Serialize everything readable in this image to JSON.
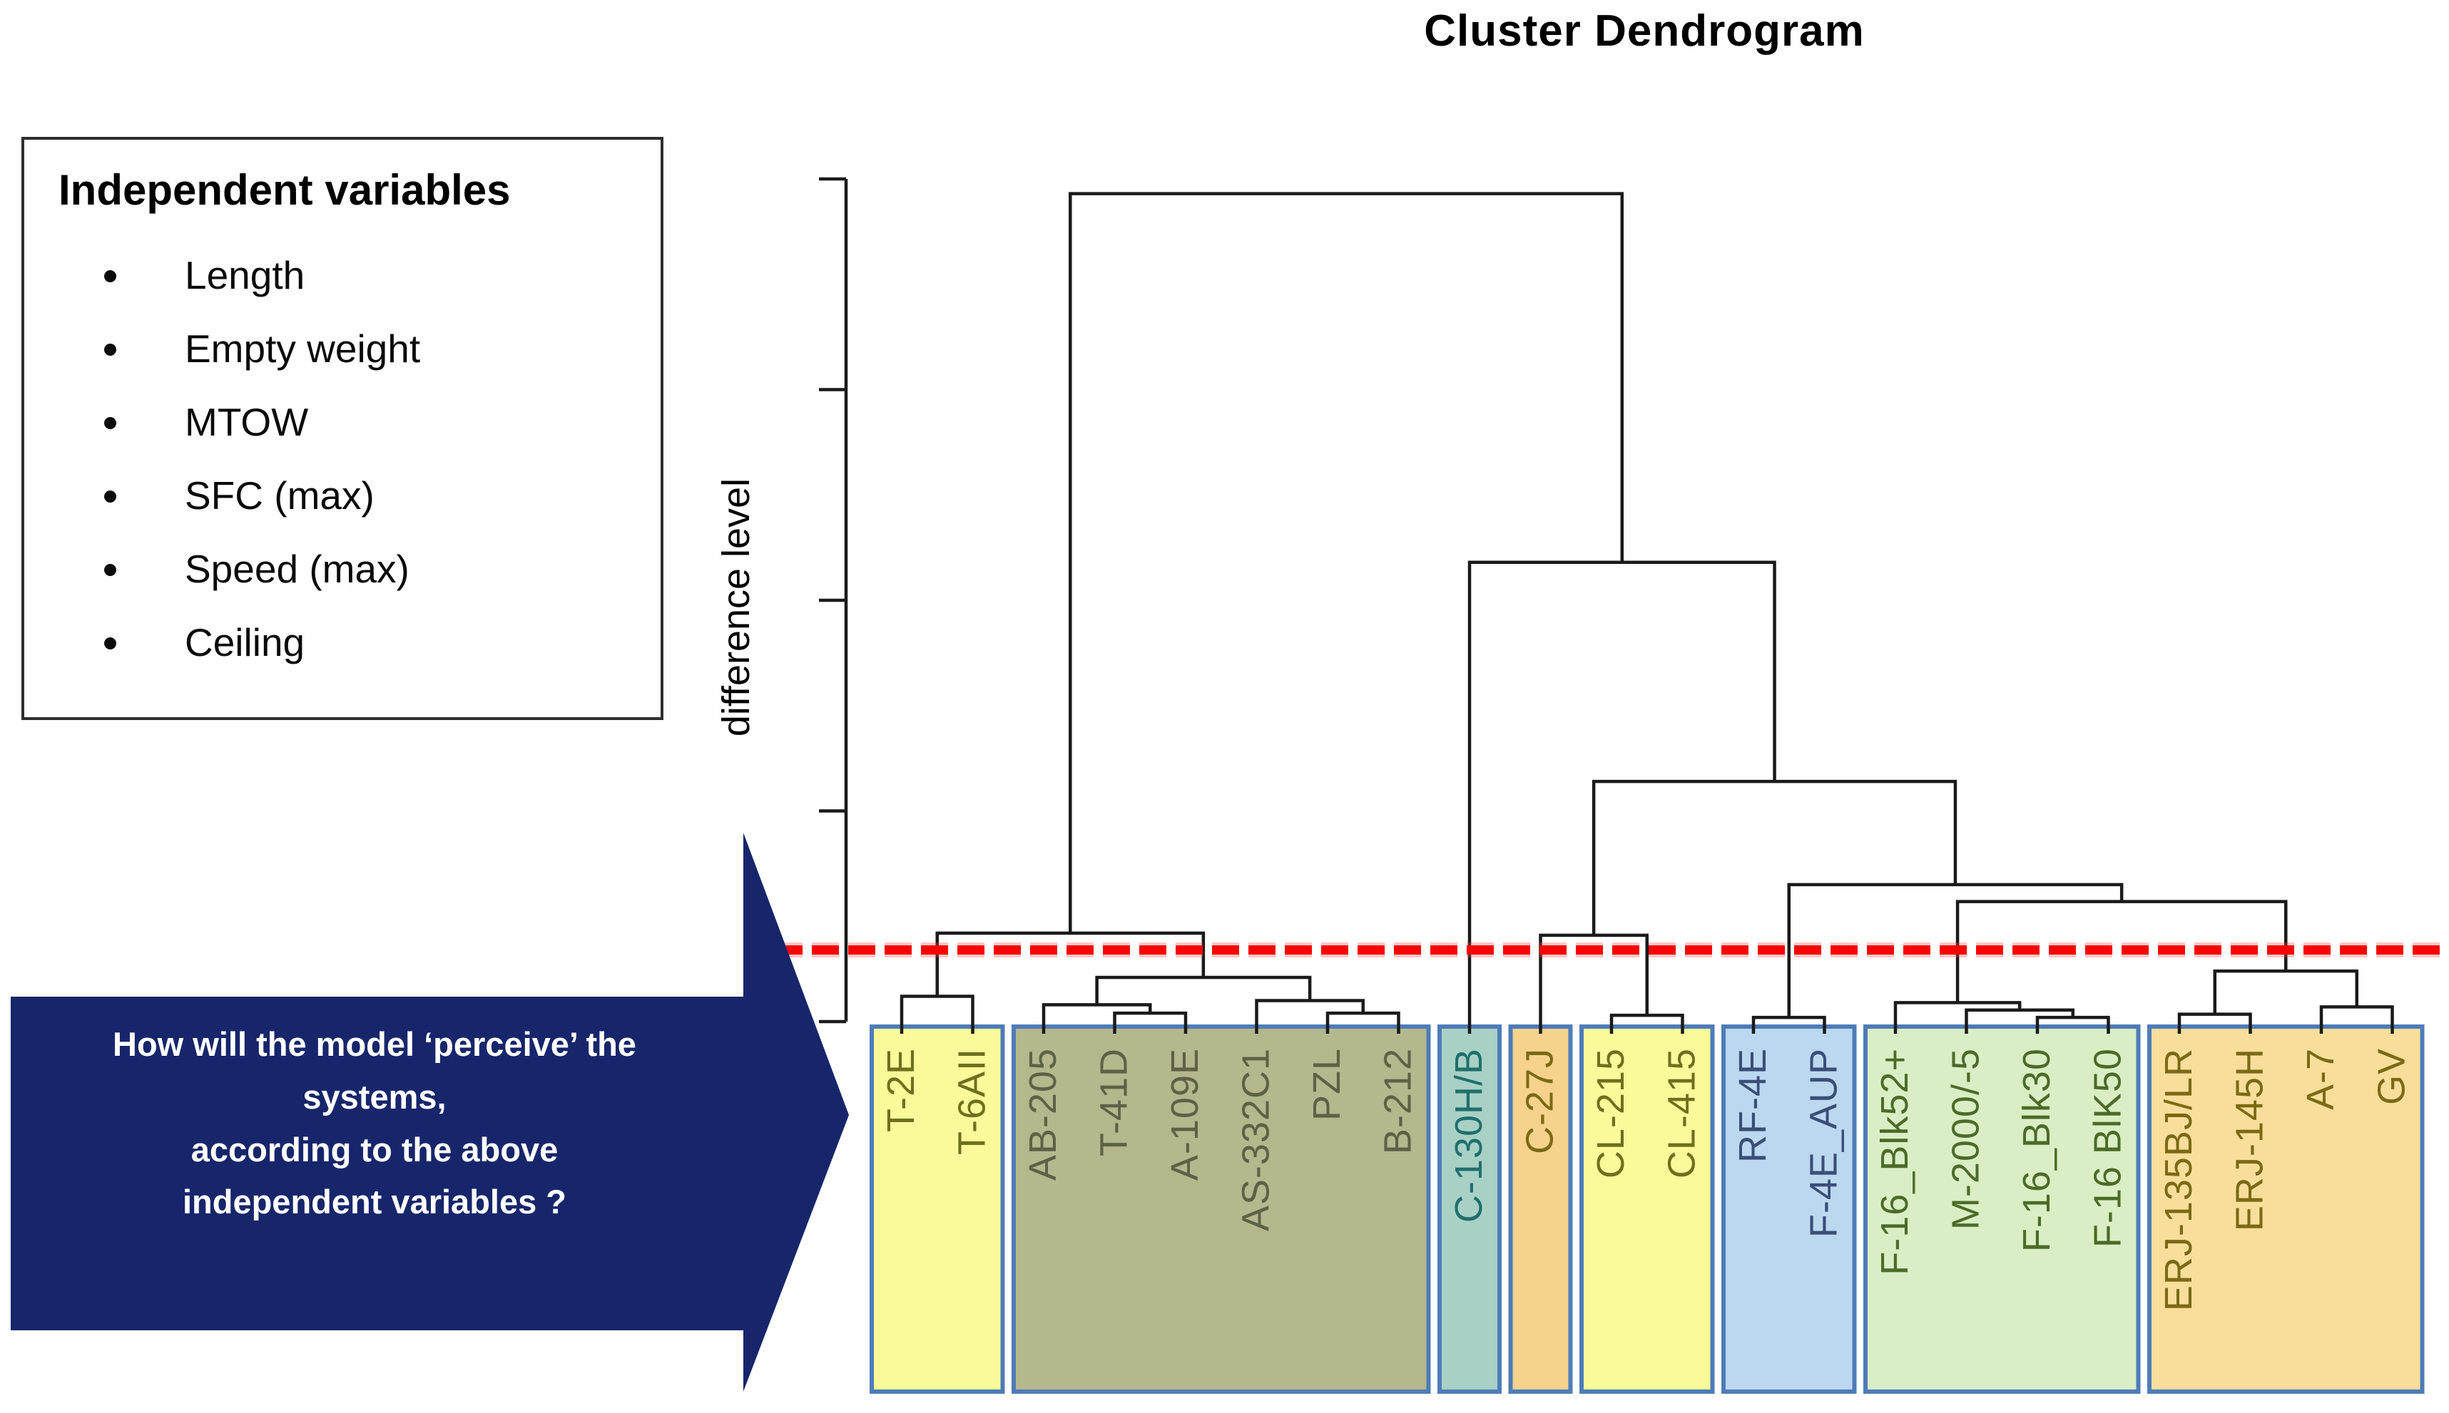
{
  "page": {
    "title": "Cluster Dendrogram"
  },
  "panel": {
    "title": "Independent variables",
    "items": [
      "Length",
      "Empty weight",
      "MTOW",
      "SFC (max)",
      "Speed (max)",
      "Ceiling"
    ]
  },
  "arrow": {
    "lines": [
      "How will the model ‘perceive’ the",
      "systems,",
      "according to the above",
      "independent variables ?"
    ],
    "fill_color": "#17266b"
  },
  "axis": {
    "label": "difference level",
    "tick_values": [
      0,
      1,
      2,
      3,
      4
    ],
    "numeric_labels_shown": false
  },
  "cut_line": {
    "level": 0.34,
    "color": "#f60500",
    "style": "dashed"
  },
  "chart_data": {
    "type": "dendrogram",
    "title": "Cluster Dendrogram",
    "ylabel": "difference level",
    "ylim": [
      0,
      4.1
    ],
    "grid": false,
    "link_color": "#1a1a1a",
    "box_border_color": "#4e7cb8",
    "leaf_order": [
      "T-2E",
      "T-6AII",
      "AB-205",
      "T-41D",
      "A-109E",
      "AS-332C1",
      "PZL",
      "B-212",
      "C-130H/B",
      "C-27J",
      "CL-215",
      "CL-415",
      "RF-4E",
      "F-4E_AUP",
      "F-16_Blk52+",
      "M-2000/-5",
      "F-16_Blk30",
      "F-16 BlK50",
      "ERJ-135BJ/LR",
      "ERJ-145H",
      "A-7",
      "GV"
    ],
    "clusters": [
      {
        "name": "cluster-1",
        "fill": "#fafa9b",
        "label_color": "#6f6f1f",
        "leaves": [
          "T-2E",
          "T-6AII"
        ]
      },
      {
        "name": "cluster-2",
        "fill": "#b5b78c",
        "label_color": "#5e6147",
        "leaves": [
          "AB-205",
          "T-41D",
          "A-109E",
          "AS-332C1",
          "PZL",
          "B-212"
        ]
      },
      {
        "name": "cluster-3",
        "fill": "#a9d0c5",
        "label_color": "#1f6f6d",
        "leaves": [
          "C-130H/B"
        ]
      },
      {
        "name": "cluster-4",
        "fill": "#f6d28d",
        "label_color": "#7a6a14",
        "leaves": [
          "C-27J"
        ]
      },
      {
        "name": "cluster-5",
        "fill": "#fafa9b",
        "label_color": "#6f6f1f",
        "leaves": [
          "CL-215",
          "CL-415"
        ]
      },
      {
        "name": "cluster-6",
        "fill": "#bcd8ef",
        "label_color": "#3a4e78",
        "leaves": [
          "RF-4E",
          "F-4E_AUP"
        ]
      },
      {
        "name": "cluster-7",
        "fill": "#d9eec5",
        "label_color": "#4c6b27",
        "leaves": [
          "F-16_Blk52+",
          "M-2000/-5",
          "F-16_Blk30",
          "F-16 BlK50"
        ]
      },
      {
        "name": "cluster-8",
        "fill": "#f9de9b",
        "label_color": "#7a6a14",
        "leaves": [
          "ERJ-135BJ/LR",
          "ERJ-145H",
          "A-7",
          "GV"
        ]
      }
    ],
    "tree": {
      "h": 3.93,
      "c": [
        {
          "h": 0.42,
          "c": [
            {
              "h": 0.12,
              "c": [
                {
                  "leaf": "T-2E"
                },
                {
                  "leaf": "T-6AII"
                }
              ]
            },
            {
              "h": 0.21,
              "c": [
                {
                  "h": 0.08,
                  "c": [
                    {
                      "leaf": "AB-205"
                    },
                    {
                      "h": 0.04,
                      "c": [
                        {
                          "leaf": "T-41D"
                        },
                        {
                          "leaf": "A-109E"
                        }
                      ]
                    }
                  ]
                },
                {
                  "h": 0.1,
                  "c": [
                    {
                      "leaf": "AS-332C1"
                    },
                    {
                      "h": 0.04,
                      "c": [
                        {
                          "leaf": "PZL"
                        },
                        {
                          "leaf": "B-212"
                        }
                      ]
                    }
                  ]
                }
              ]
            }
          ]
        },
        {
          "h": 2.18,
          "c": [
            {
              "leaf": "C-130H/B"
            },
            {
              "h": 1.14,
              "c": [
                {
                  "h": 0.41,
                  "c": [
                    {
                      "leaf": "C-27J"
                    },
                    {
                      "h": 0.03,
                      "c": [
                        {
                          "leaf": "CL-215"
                        },
                        {
                          "leaf": "CL-415"
                        }
                      ]
                    }
                  ]
                },
                {
                  "h": 0.65,
                  "c": [
                    {
                      "h": 0.02,
                      "c": [
                        {
                          "leaf": "RF-4E"
                        },
                        {
                          "leaf": "F-4E_AUP"
                        }
                      ]
                    },
                    {
                      "h": 0.57,
                      "c": [
                        {
                          "h": 0.09,
                          "c": [
                            {
                              "leaf": "F-16_Blk52+"
                            },
                            {
                              "h": 0.055,
                              "c": [
                                {
                                  "leaf": "M-2000/-5"
                                },
                                {
                                  "h": 0.02,
                                  "c": [
                                    {
                                      "leaf": "F-16_Blk30"
                                    },
                                    {
                                      "leaf": "F-16 BlK50"
                                    }
                                  ]
                                }
                              ]
                            }
                          ]
                        },
                        {
                          "h": 0.24,
                          "c": [
                            {
                              "h": 0.035,
                              "c": [
                                {
                                  "leaf": "ERJ-135BJ/LR"
                                },
                                {
                                  "leaf": "ERJ-145H"
                                }
                              ]
                            },
                            {
                              "h": 0.07,
                              "c": [
                                {
                                  "leaf": "A-7"
                                },
                                {
                                  "leaf": "GV"
                                }
                              ]
                            }
                          ]
                        }
                      ]
                    }
                  ]
                }
              ]
            }
          ]
        }
      ]
    }
  }
}
